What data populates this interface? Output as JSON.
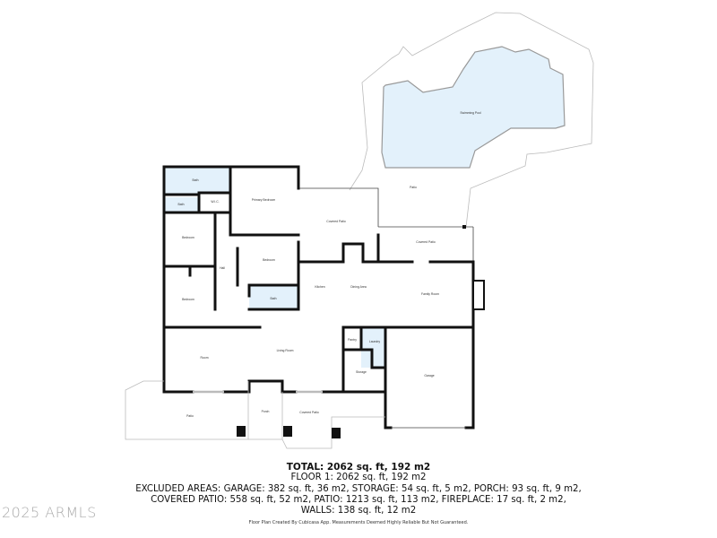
{
  "plan": {
    "fill_color": "#e3f1fb",
    "wall_color": "#111111",
    "rooms": [
      "Bath",
      "Bath",
      "W.I.C.",
      "Primary Bedroom",
      "Bedroom",
      "Hall",
      "Bedroom",
      "Bath",
      "Bedroom",
      "Covered Patio",
      "Patio",
      "Covered Patio",
      "Kitchen",
      "Dining Area",
      "Family Room",
      "Pantry",
      "Laundry",
      "Storage",
      "Garage",
      "Room",
      "Living Room",
      "Patio",
      "Porch",
      "Covered Patio",
      "Swimming Pool"
    ]
  },
  "summary": {
    "total": "TOTAL: 2062 sq. ft, 192 m2",
    "floor": "FLOOR 1: 2062 sq. ft, 192 m2",
    "excluded_1": "EXCLUDED AREAS: GARAGE: 382 sq. ft, 36 m2, STORAGE: 54 sq. ft, 5 m2, PORCH: 93 sq. ft, 9 m2,",
    "excluded_2": "COVERED PATIO: 558 sq. ft, 52 m2, PATIO: 1213 sq. ft, 113 m2, FIREPLACE: 17 sq. ft, 2 m2,",
    "excluded_3": "WALLS: 138 sq. ft, 12 m2"
  },
  "credit": "Floor Plan Created By Cubicasa App. Measurements Deemed Highly Reliable But Not Guaranteed.",
  "watermark": "2025 ARMLS"
}
